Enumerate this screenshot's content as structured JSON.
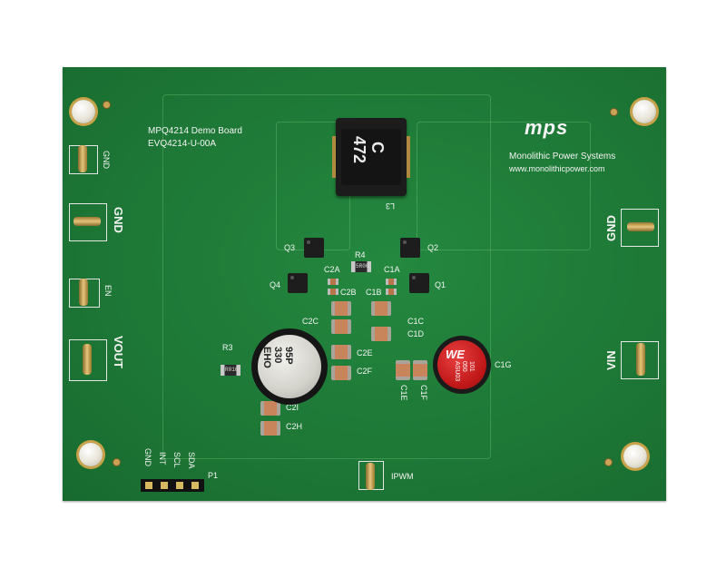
{
  "board": {
    "title_line1": "MPQ4214 Demo Board",
    "title_line2": "EVQ4214-U-00A",
    "brand_logo": "mps",
    "brand_name": "Monolithic Power Systems",
    "brand_url": "www.monolithicpower.com"
  },
  "connectors": {
    "left_top_gnd": "GND",
    "left_gnd": "GND",
    "left_en": "EN",
    "left_vout": "VOUT",
    "right_gnd": "GND",
    "right_vin": "VIN",
    "bottom_ipwm": "IPWM",
    "header_label": "P1",
    "header_pins": [
      "GND",
      "INT",
      "SCL",
      "SDA"
    ]
  },
  "components": {
    "inductor_ref": "L3",
    "inductor_mark1": "C",
    "inductor_mark2": "472",
    "q1": "Q1",
    "q2": "Q2",
    "q3": "Q3",
    "q4": "Q4",
    "r4": "R4",
    "r3": "R3",
    "c2a": "C2A",
    "c2b": "C2B",
    "c1a": "C1A",
    "c1b": "C1B",
    "c2c": "C2C",
    "c1c": "C1C",
    "c1d": "C1D",
    "c2e": "C2E",
    "c2f": "C2F",
    "c2i": "C2I",
    "c2h": "C2H",
    "c1e": "C1E",
    "c1f": "C1F",
    "c1g": "C1G",
    "r3_marking": "R016",
    "r4_marking": "5R00",
    "cap_left_lines": [
      "95P",
      "330",
      "EHO"
    ],
    "cap_right_logo": "WE",
    "cap_right_lines": [
      "101",
      "050",
      "ASU03"
    ]
  },
  "colors": {
    "pcb": "#1f7f3a",
    "silkscreen": "#f4f4f4",
    "gold": "#c9a24a"
  }
}
